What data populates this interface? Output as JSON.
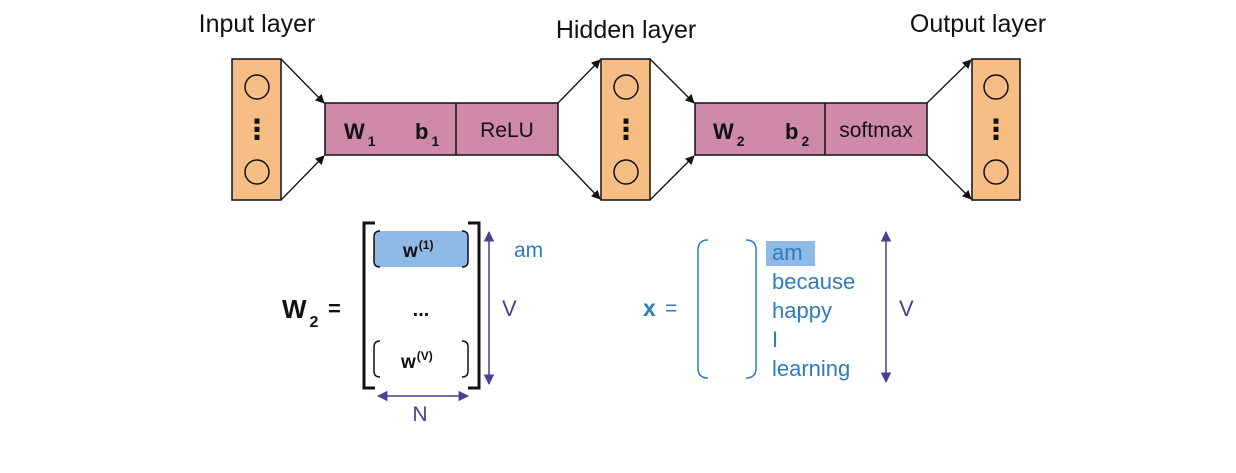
{
  "network": {
    "input_label": "Input layer",
    "hidden_label": "Hidden layer",
    "output_label": "Output layer",
    "layer1": {
      "weight": "W",
      "weight_sub": "1",
      "bias": "b",
      "bias_sub": "1",
      "activation": "ReLU"
    },
    "layer2": {
      "weight": "W",
      "weight_sub": "2",
      "bias": "b",
      "bias_sub": "2",
      "activation": "softmax"
    },
    "ellipsis": "⋮"
  },
  "w2_matrix": {
    "lhs": "W",
    "lhs_sub": "2",
    "equals": "=",
    "row_first": "w",
    "row_first_sup": "(1)",
    "row_dots": "...",
    "row_last": "w",
    "row_last_sup": "(V)",
    "side_word": "am",
    "side_dim": "V",
    "bottom_dim": "N"
  },
  "x_vector": {
    "lhs": "x",
    "equals": "=",
    "words": [
      "am",
      "because",
      "happy",
      "I",
      "learning"
    ],
    "highlighted_word": "am",
    "dim": "V"
  },
  "colors": {
    "layer_fill": "#f6bd84",
    "op_fill": "#d08aa9",
    "highlight": "#8fb9e6",
    "blue_text": "#2e7bbf",
    "purple": "#4b3f93"
  }
}
